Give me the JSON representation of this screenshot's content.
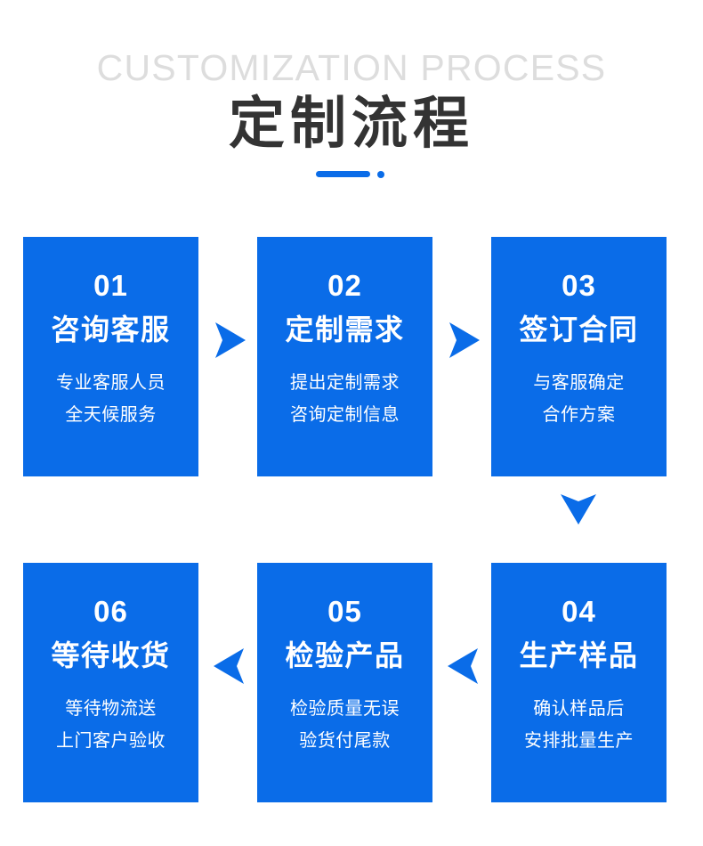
{
  "header": {
    "english_title": "CUSTOMIZATION PROCESS",
    "chinese_title": "定制流程",
    "accent_color": "#0a6ce8",
    "english_color": "#dddddd",
    "chinese_color": "#333333"
  },
  "flow": {
    "card_color": "#0a6ce8",
    "card_text_color": "#ffffff",
    "arrow_color": "#0a6ce8",
    "steps": [
      {
        "number": "01",
        "title": "咨询客服",
        "desc_line1": "专业客服人员",
        "desc_line2": "全天候服务"
      },
      {
        "number": "02",
        "title": "定制需求",
        "desc_line1": "提出定制需求",
        "desc_line2": "咨询定制信息"
      },
      {
        "number": "03",
        "title": "签订合同",
        "desc_line1": "与客服确定",
        "desc_line2": "合作方案"
      },
      {
        "number": "04",
        "title": "生产样品",
        "desc_line1": "确认样品后",
        "desc_line2": "安排批量生产"
      },
      {
        "number": "05",
        "title": "检验产品",
        "desc_line1": "检验质量无误",
        "desc_line2": "验货付尾款"
      },
      {
        "number": "06",
        "title": "等待收货",
        "desc_line1": "等待物流送",
        "desc_line2": "上门客户验收"
      }
    ],
    "connectors": [
      {
        "name": "arrow-right-step1-step2",
        "direction": "right"
      },
      {
        "name": "arrow-right-step2-step3",
        "direction": "right"
      },
      {
        "name": "arrow-down-step3-step4",
        "direction": "down"
      },
      {
        "name": "arrow-left-step4-step5",
        "direction": "left"
      },
      {
        "name": "arrow-left-step5-step6",
        "direction": "left"
      }
    ]
  }
}
